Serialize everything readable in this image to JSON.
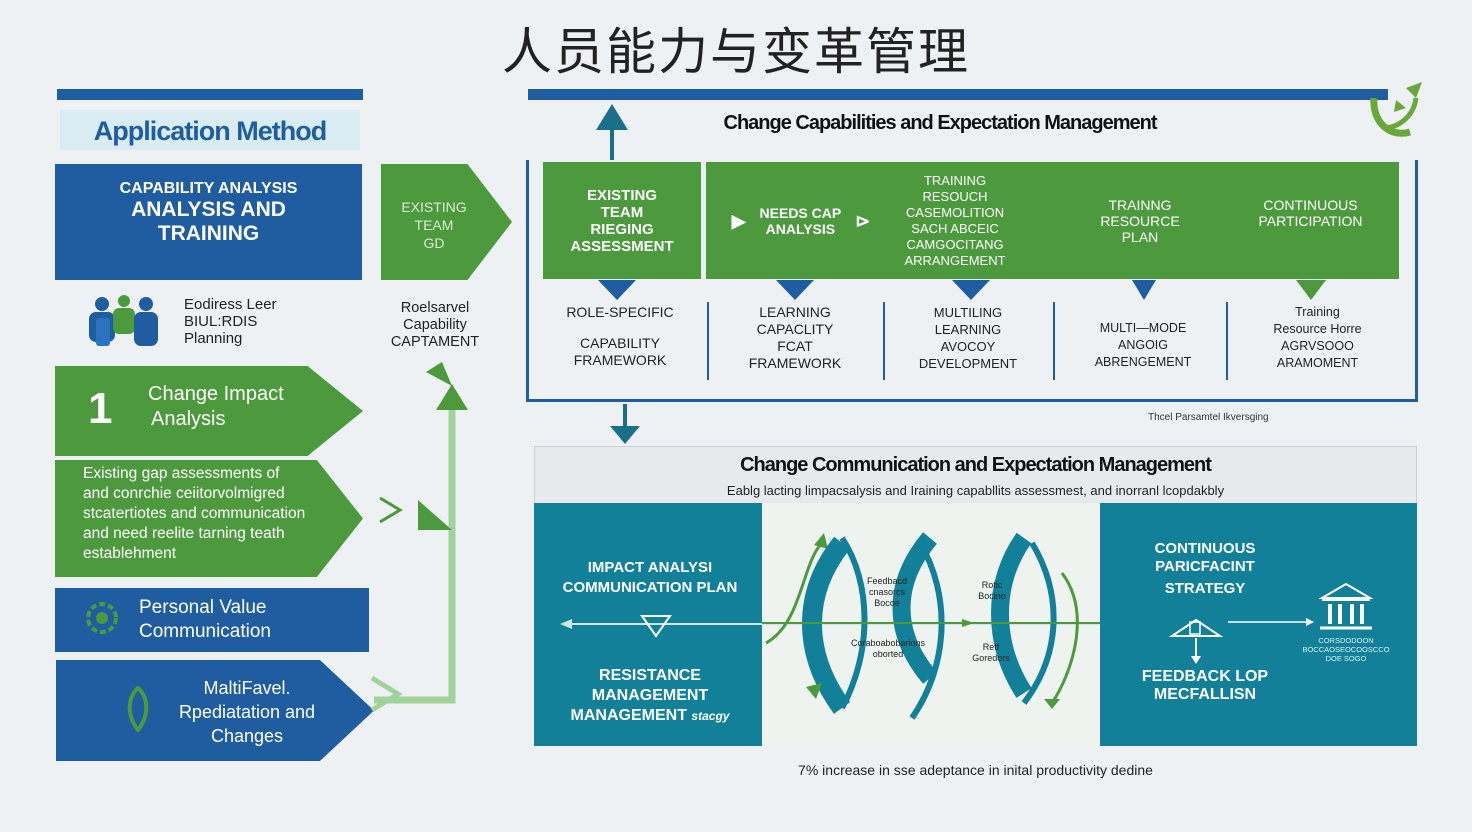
{
  "title": "人员能力与变革管理",
  "left": {
    "heading": "Application Method",
    "capability": {
      "line1": "CAPABILITY ANALYSIS",
      "line2": "ANALYSIS AND",
      "line3": "TRAINING"
    },
    "people_text": [
      "Eodiress Leer",
      "BIUL:RDIS",
      "Planning"
    ],
    "impact": {
      "number": "1",
      "line1": "Change Impact",
      "line2": "Analysis"
    },
    "existing_gap": [
      "Existing gap assessments of",
      "and conrchie ceiitorvolmigred",
      "stcatertiotes and communication",
      "and need reelite tarning teath",
      "establehment"
    ],
    "personal_value": {
      "line1": "Personal Value",
      "line2": "Communication"
    },
    "multilevel": {
      "line1": "MaltiFavel.",
      "line2": "Rpediatation and",
      "line3": "Changes"
    }
  },
  "middle": {
    "existing_team": [
      "EXISTING",
      "TEAM",
      "GD"
    ],
    "role_text": [
      "Roelsarvel",
      "Capability",
      "CAPTAMENT"
    ]
  },
  "top_panel": {
    "title": "Change Capabilities and Expectation Management",
    "steps": [
      [
        "EXISTING",
        "TEAM",
        "RIEGING",
        "ASSESSMENT"
      ],
      [
        "NEEDS CAP",
        "ANALYSIS"
      ],
      [
        "TRAINING",
        "RESOUCH",
        "CASEMOLITION",
        "SACH ABCEIC",
        "CAMGOCITANG",
        "ARRANGEMENT"
      ],
      [
        "TRAINNG",
        "RESOURCE",
        "PLAN"
      ],
      [
        "CONTINUOUS",
        "PARTICIPATION"
      ]
    ],
    "subs": [
      [
        "ROLE-SPECIFIC",
        "",
        "CAPABILITY",
        "FRAMEWORK"
      ],
      [
        "LEARNING",
        "CAPACLITY",
        "FCAT",
        "FRAMEWORK"
      ],
      [
        "MULTILING",
        "LEARNING",
        "AVOCOY",
        "DEVELOPMENT"
      ],
      [
        "",
        "MULTI—MODE",
        "ANGOIG",
        "ABRENGEMENT"
      ],
      [
        "Training",
        "Resource Horre",
        "AGRVSOOO",
        "ARAMOMENT"
      ]
    ],
    "caption": "Thcel Parsamtel Ikversging"
  },
  "bottom_panel": {
    "title": "Change Communication and Expectation Management",
    "subtitle": "Eablg lacting limpacsalysis and Iraining capabllits assessmest, and inorranl lcopdakbly",
    "impact_comm": [
      "IMPACT ANALYSI",
      "COMMUNICATION PLAN"
    ],
    "resistance": [
      "RESISTANCE",
      "MANAGEMENT",
      "MANAGEMENT"
    ],
    "resistance_suffix": "stacgy",
    "mid_labels": {
      "feedback": [
        "Feedbacd",
        "cnasorcs",
        "Bocoe"
      ],
      "collab": [
        "Coraboabobarions",
        "oborted"
      ],
      "right_top": [
        "Rotic",
        "Bocino"
      ],
      "right_bot": [
        "Retf",
        "Goredors"
      ]
    },
    "continuous": [
      "CONTINUOUS",
      "PARICFACINT",
      "STRATEGY"
    ],
    "feedback_loop": [
      "FEEDBACK LOP",
      "MECFALLISN"
    ],
    "bank_caption": [
      "CORSDODOON",
      "BOCCAOSEOCOOSCCO",
      "DOE SOGO"
    ],
    "footer": "7% increase in sse adeptance in inital productivity dedine"
  },
  "colors": {
    "blue": "#1f5da0",
    "green": "#4d9a3e",
    "teal": "#13809a"
  }
}
